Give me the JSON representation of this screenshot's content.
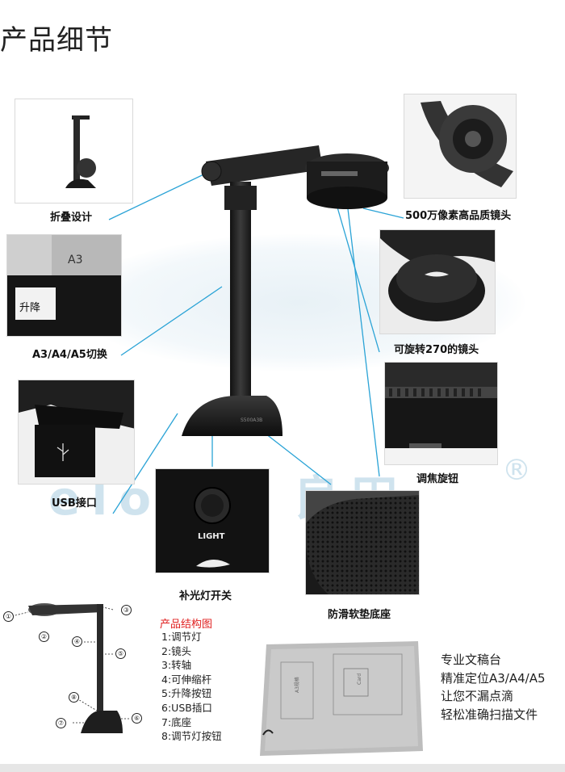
{
  "page_title": "产品细节",
  "watermark": {
    "text": "eloam 良田",
    "registered": "®"
  },
  "captions": {
    "fold": "折叠设计",
    "lens500": "500万像素高品质镜头",
    "size_switch": "A3/A4/A5切换",
    "rotate": "可旋转270的镜头",
    "focus": "调焦旋钮",
    "usb": "USB接口",
    "light": "补光灯开关",
    "base": "防滑软垫底座"
  },
  "photo_text": {
    "a3_label": "A3",
    "lift_label": "升降",
    "light_label": "LIGHT",
    "base_brand": "S500A3B"
  },
  "structure": {
    "title": "产品结构图",
    "items": [
      "1:调节灯",
      "2:镜头",
      "3:转轴",
      "4:可伸缩杆",
      "5:升降按钮",
      "6:USB插口",
      "7:底座",
      "8:调节灯按钮"
    ],
    "callouts": [
      "①",
      "②",
      "③",
      "④",
      "⑤",
      "⑥",
      "⑦",
      "⑧"
    ]
  },
  "mat": {
    "a3_label": "A3规格",
    "card_label": "Card"
  },
  "description": [
    "专业文稿台",
    "精准定位A3/A4/A5",
    "让您不漏点滴",
    "轻松准确扫描文件"
  ],
  "colors": {
    "accent_line": "#2aa3d6",
    "red_title": "#e02020",
    "device": "#1e1e1e"
  }
}
